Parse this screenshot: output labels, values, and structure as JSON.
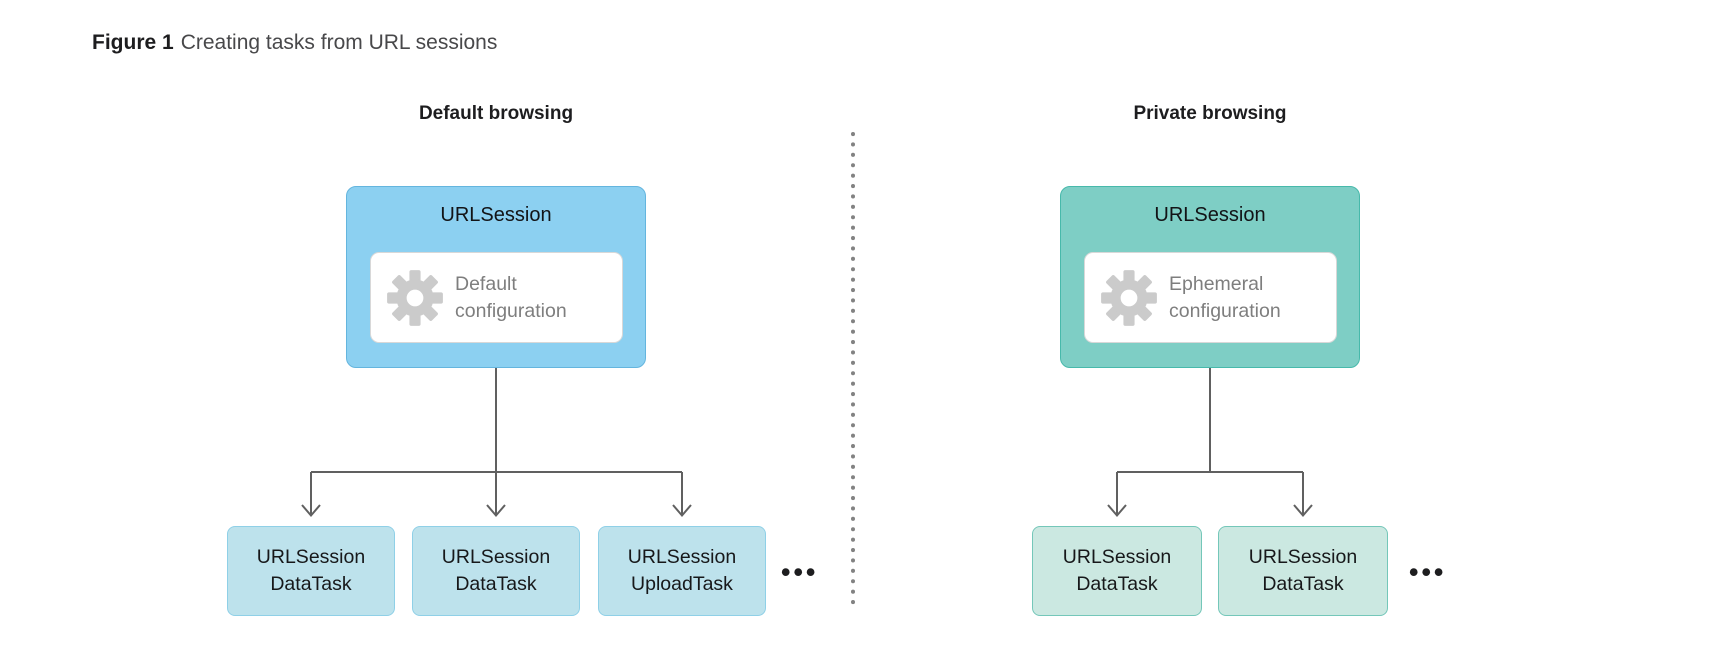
{
  "figure": {
    "label": "Figure 1",
    "caption": "Creating tasks from URL sessions"
  },
  "left": {
    "header": "Default browsing",
    "session": {
      "title": "URLSession",
      "config_line1": "Default",
      "config_line2": "configuration",
      "config_icon": "gear-icon"
    },
    "tasks": [
      {
        "line1": "URLSession",
        "line2": "DataTask"
      },
      {
        "line1": "URLSession",
        "line2": "DataTask"
      },
      {
        "line1": "URLSession",
        "line2": "UploadTask"
      }
    ],
    "more": "•••"
  },
  "right": {
    "header": "Private browsing",
    "session": {
      "title": "URLSession",
      "config_line1": "Ephemeral",
      "config_line2": "configuration",
      "config_icon": "gear-icon"
    },
    "tasks": [
      {
        "line1": "URLSession",
        "line2": "DataTask"
      },
      {
        "line1": "URLSession",
        "line2": "DataTask"
      }
    ],
    "more": "•••"
  },
  "colors": {
    "blue_session_fill": "#8CD0F1",
    "blue_session_border": "#64B5DE",
    "blue_task_fill": "#BDE2EC",
    "blue_task_border": "#8FD0E7",
    "teal_session_fill": "#7ECEC5",
    "teal_session_border": "#47B9AB",
    "teal_task_fill": "#CBE8E1",
    "teal_task_border": "#74C7B9",
    "gear_gray": "#CBCBCB",
    "config_text_gray": "#7E7E7E",
    "connector_gray": "#606060",
    "divider_dot_gray": "#828282",
    "text_dark": "#1D1D1F"
  }
}
